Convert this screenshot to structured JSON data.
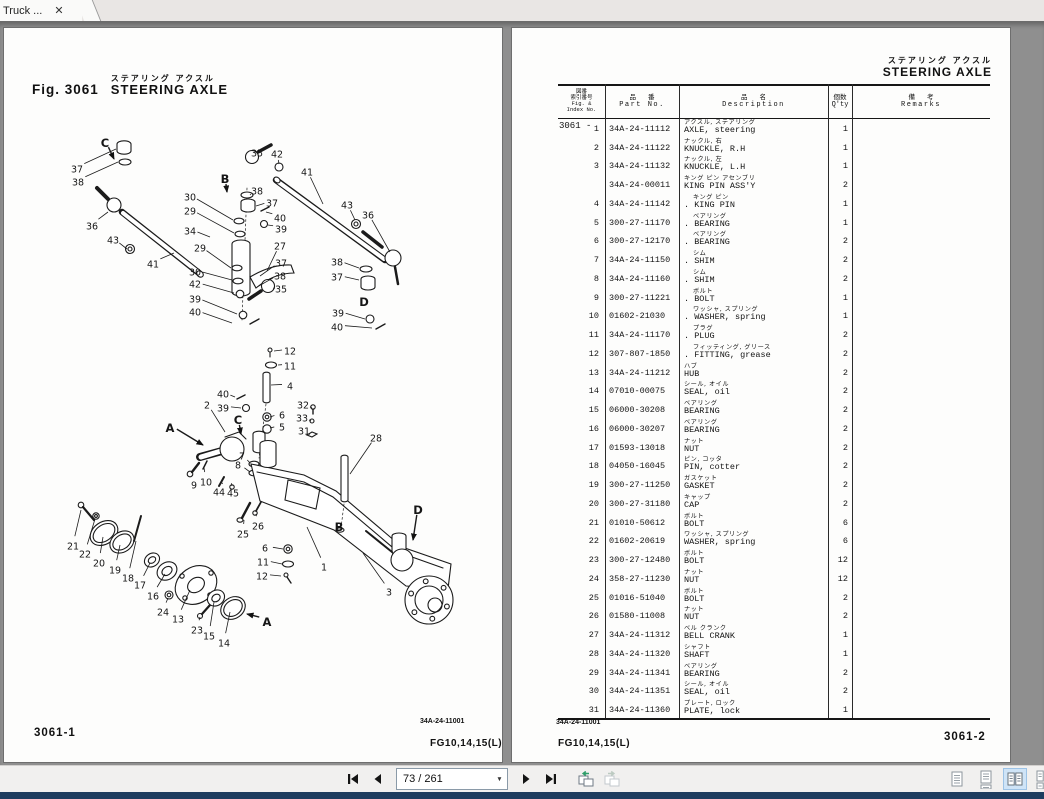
{
  "tab": {
    "title": "Truck ...",
    "close_glyph": "✕"
  },
  "colors": {
    "viewport_gray": "#8f8f8f",
    "page_white": "#fdfdfc",
    "selected_layout_bg": "#cfe4f7",
    "view_arrow_green": "#2f9e6a",
    "status_strip_navy": "#1d3c5e"
  },
  "left_page": {
    "fig_label": "Fig. 3061",
    "title_jp": "ステアリング アクスル",
    "title_en": "STEERING AXLE",
    "page_no": "3061-1",
    "doc_code": "34A-24-11001",
    "model": "FG10,14,15(L)",
    "callouts": [
      [
        "C",
        101,
        115,
        110,
        131
      ],
      [
        "37",
        73,
        142,
        112,
        121
      ],
      [
        "38",
        74,
        155,
        114,
        134
      ],
      [
        "36",
        88,
        199,
        104,
        184
      ],
      [
        "43",
        109,
        213,
        123,
        221
      ],
      [
        "41",
        149,
        237,
        170,
        225
      ],
      [
        "35",
        253,
        126,
        259,
        122
      ],
      [
        "42",
        273,
        127,
        275,
        136
      ],
      [
        "B",
        221,
        151,
        223,
        164
      ],
      [
        "38",
        253,
        164,
        246,
        167
      ],
      [
        "37",
        268,
        176,
        252,
        178
      ],
      [
        "30",
        186,
        170,
        229,
        192
      ],
      [
        "29",
        186,
        184,
        230,
        205
      ],
      [
        "34",
        186,
        204,
        206,
        209
      ],
      [
        "40",
        276,
        191,
        262,
        184
      ],
      [
        "39",
        277,
        202,
        264,
        197
      ],
      [
        "27",
        276,
        219,
        263,
        243
      ],
      [
        "29",
        196,
        221,
        227,
        240
      ],
      [
        "37",
        277,
        236,
        256,
        248
      ],
      [
        "38",
        276,
        249,
        253,
        259
      ],
      [
        "30",
        191,
        245,
        228,
        252
      ],
      [
        "42",
        191,
        257,
        230,
        265
      ],
      [
        "35",
        277,
        262,
        271,
        260
      ],
      [
        "39",
        191,
        272,
        233,
        286
      ],
      [
        "40",
        191,
        285,
        228,
        295
      ],
      [
        "41",
        303,
        145,
        319,
        176
      ],
      [
        "43",
        343,
        178,
        351,
        192
      ],
      [
        "36",
        364,
        188,
        386,
        224
      ],
      [
        "38",
        333,
        235,
        355,
        240
      ],
      [
        "37",
        333,
        250,
        355,
        252
      ],
      [
        "D",
        360,
        274,
        null,
        null
      ],
      [
        "39",
        334,
        286,
        361,
        291
      ],
      [
        "40",
        333,
        300,
        368,
        300
      ],
      [
        "12",
        286,
        324,
        270,
        323
      ],
      [
        "11",
        286,
        339,
        274,
        337
      ],
      [
        "4",
        286,
        359,
        267,
        357
      ],
      [
        "40",
        219,
        367,
        231,
        369
      ],
      [
        "2",
        203,
        378,
        221,
        404
      ],
      [
        "39",
        219,
        381,
        237,
        380
      ],
      [
        "C",
        234,
        392,
        237,
        406
      ],
      [
        "A",
        166,
        400,
        199,
        417
      ],
      [
        "6",
        278,
        388,
        266,
        389
      ],
      [
        "5",
        278,
        400,
        266,
        400
      ],
      [
        "32",
        299,
        378,
        308,
        380
      ],
      [
        "33",
        298,
        391,
        307,
        393
      ],
      [
        "31",
        300,
        404,
        305,
        406
      ],
      [
        "28",
        372,
        411,
        346,
        446
      ],
      [
        "7",
        238,
        429,
        246,
        435
      ],
      [
        "8",
        234,
        438,
        246,
        444
      ],
      [
        "9",
        190,
        458,
        188,
        447
      ],
      [
        "10",
        202,
        455,
        200,
        440
      ],
      [
        "44",
        215,
        465,
        218,
        456
      ],
      [
        "45",
        229,
        466,
        228,
        458
      ],
      [
        "26",
        254,
        499,
        252,
        486
      ],
      [
        "25",
        239,
        507,
        240,
        492
      ],
      [
        "21",
        69,
        519,
        77,
        482
      ],
      [
        "22",
        81,
        527,
        91,
        491
      ],
      [
        "20",
        95,
        536,
        99,
        509
      ],
      [
        "19",
        111,
        543,
        116,
        517
      ],
      [
        "18",
        124,
        551,
        132,
        513
      ],
      [
        "17",
        136,
        558,
        146,
        535
      ],
      [
        "16",
        149,
        569,
        161,
        546
      ],
      [
        "24",
        159,
        585,
        164,
        570
      ],
      [
        "13",
        174,
        592,
        186,
        562
      ],
      [
        "23",
        193,
        603,
        196,
        589
      ],
      [
        "15",
        205,
        609,
        210,
        574
      ],
      [
        "14",
        220,
        616,
        226,
        584
      ],
      [
        "A",
        263,
        594,
        243,
        586
      ],
      [
        "6",
        261,
        521,
        279,
        521
      ],
      [
        "11",
        259,
        535,
        278,
        536
      ],
      [
        "12",
        258,
        549,
        277,
        548
      ],
      [
        "D",
        414,
        482,
        409,
        512
      ],
      [
        "B",
        335,
        499,
        null,
        null
      ],
      [
        "1",
        320,
        540,
        303,
        499
      ],
      [
        "3",
        385,
        565,
        359,
        525
      ]
    ]
  },
  "right_page": {
    "title_jp": "ステアリング アクスル",
    "title_en": "STEERING AXLE",
    "group_label": "3061 -",
    "page_no": "3061-2",
    "doc_code": "34A-24-11001",
    "model": "FG10,14,15(L)",
    "table": {
      "headers": {
        "fig_jp1": "図番",
        "fig_jp2": "索引番号",
        "fig_en1": "Fig. &",
        "fig_en2": "Index No.",
        "part_jp": "品番",
        "part_en": "Part No.",
        "desc_jp": "品名",
        "desc_en": "Description",
        "qty_jp": "個数",
        "qty_en": "Q'ty",
        "rem_jp": "備考",
        "rem_en": "Remarks"
      },
      "rows": [
        {
          "idx": "1",
          "part": "34A-24-11112",
          "jp": "アクスル, ステアリング",
          "en": "AXLE, steering",
          "qty": "1"
        },
        {
          "idx": "2",
          "part": "34A-24-11122",
          "jp": "ナックル, 右",
          "en": "KNUCKLE, R.H",
          "qty": "1"
        },
        {
          "idx": "3",
          "part": "34A-24-11132",
          "jp": "ナックル, 左",
          "en": "KNUCKLE, L.H",
          "qty": "1"
        },
        {
          "idx": "",
          "part": "34A-24-00011",
          "jp": "キング ピン アセンブリ",
          "en": "KING PIN ASS'Y",
          "qty": "2"
        },
        {
          "idx": "4",
          "part": "34A-24-11142",
          "jp": "キング ピン",
          "en": ". KING PIN",
          "qty": "1"
        },
        {
          "idx": "5",
          "part": "300-27-11170",
          "jp": "ベアリング",
          "en": ". BEARING",
          "qty": "1"
        },
        {
          "idx": "6",
          "part": "300-27-12170",
          "jp": "ベアリング",
          "en": ". BEARING",
          "qty": "2"
        },
        {
          "idx": "7",
          "part": "34A-24-11150",
          "jp": "シム",
          "en": ". SHIM",
          "qty": "2"
        },
        {
          "idx": "8",
          "part": "34A-24-11160",
          "jp": "シム",
          "en": ". SHIM",
          "qty": "2"
        },
        {
          "idx": "9",
          "part": "300-27-11221",
          "jp": "ボルト",
          "en": ". BOLT",
          "qty": "1"
        },
        {
          "idx": "10",
          "part": "01602-21030",
          "jp": "ワッシャ, スプリング",
          "en": ". WASHER, spring",
          "qty": "1"
        },
        {
          "idx": "11",
          "part": "34A-24-11170",
          "jp": "プラグ",
          "en": ". PLUG",
          "qty": "2"
        },
        {
          "idx": "12",
          "part": "307-807-1850",
          "jp": "フィッティング, グリース",
          "en": ". FITTING, grease",
          "qty": "2"
        },
        {
          "idx": "13",
          "part": "34A-24-11212",
          "jp": "ハブ",
          "en": "HUB",
          "qty": "2"
        },
        {
          "idx": "14",
          "part": "07010-00075",
          "jp": "シール, オイル",
          "en": "SEAL, oil",
          "qty": "2"
        },
        {
          "idx": "15",
          "part": "06000-30208",
          "jp": "ベアリング",
          "en": "BEARING",
          "qty": "2"
        },
        {
          "idx": "16",
          "part": "06000-30207",
          "jp": "ベアリング",
          "en": "BEARING",
          "qty": "2"
        },
        {
          "idx": "17",
          "part": "01593-13018",
          "jp": "ナット",
          "en": "NUT",
          "qty": "2"
        },
        {
          "idx": "18",
          "part": "04050-16045",
          "jp": "ピン, コッタ",
          "en": "PIN, cotter",
          "qty": "2"
        },
        {
          "idx": "19",
          "part": "300-27-11250",
          "jp": "ガスケット",
          "en": "GASKET",
          "qty": "2"
        },
        {
          "idx": "20",
          "part": "300-27-31180",
          "jp": "キャップ",
          "en": "CAP",
          "qty": "2"
        },
        {
          "idx": "21",
          "part": "01010-50612",
          "jp": "ボルト",
          "en": "BOLT",
          "qty": "6"
        },
        {
          "idx": "22",
          "part": "01602-20619",
          "jp": "ワッシャ, スプリング",
          "en": "WASHER, spring",
          "qty": "6"
        },
        {
          "idx": "23",
          "part": "300-27-12480",
          "jp": "ボルト",
          "en": "BOLT",
          "qty": "12"
        },
        {
          "idx": "24",
          "part": "358-27-11230",
          "jp": "ナット",
          "en": "NUT",
          "qty": "12"
        },
        {
          "idx": "25",
          "part": "01016-51040",
          "jp": "ボルト",
          "en": "BOLT",
          "qty": "2"
        },
        {
          "idx": "26",
          "part": "01580-11008",
          "jp": "ナット",
          "en": "NUT",
          "qty": "2"
        },
        {
          "idx": "27",
          "part": "34A-24-11312",
          "jp": "ベル クランク",
          "en": "BELL CRANK",
          "qty": "1"
        },
        {
          "idx": "28",
          "part": "34A-24-11320",
          "jp": "シャフト",
          "en": "SHAFT",
          "qty": "1"
        },
        {
          "idx": "29",
          "part": "34A-24-11341",
          "jp": "ベアリング",
          "en": "BEARING",
          "qty": "2"
        },
        {
          "idx": "30",
          "part": "34A-24-11351",
          "jp": "シール, オイル",
          "en": "SEAL, oil",
          "qty": "2"
        },
        {
          "idx": "31",
          "part": "34A-24-11360",
          "jp": "プレート, ロック",
          "en": "PLATE, lock",
          "qty": "1"
        }
      ]
    }
  },
  "toolbar": {
    "page_display": "73 / 261",
    "icons": {
      "first_page": "first-page-arrow-with-bar",
      "previous_page": "left-arrow",
      "next_page": "right-arrow",
      "last_page": "last-page-arrow-with-bar",
      "previous_view": "overlapping-pages-green-left-arrow",
      "next_view": "overlapping-pages-right-arrow-disabled",
      "layout_single": "single-page",
      "layout_continuous": "continuous-pages",
      "layout_facing": "two-page-spread-selected",
      "layout_facing_continuous": "two-page-continuous"
    }
  }
}
